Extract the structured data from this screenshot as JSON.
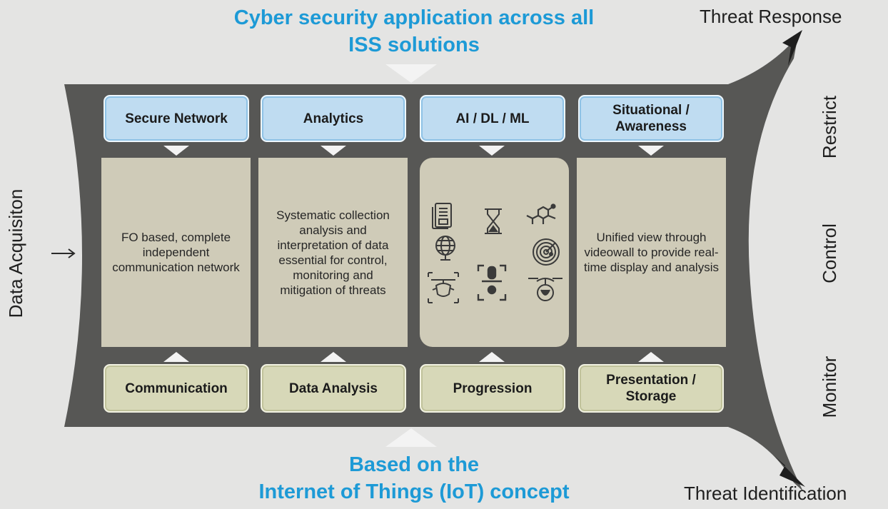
{
  "header": {
    "title_line1": "Cyber security application across all",
    "title_line2": "ISS solutions"
  },
  "footer": {
    "title_line1": "Based on the",
    "title_line2": "Internet of Things (IoT) concept"
  },
  "corners": {
    "top_right": "Threat Response",
    "bottom_right": "Threat Identification"
  },
  "side_labels": {
    "left": "Data Acquisiton",
    "right_top": "Restrict",
    "right_middle": "Control",
    "right_bottom": "Monitor"
  },
  "columns": [
    {
      "top": "Secure Network",
      "panel": "FO based, complete independent communication network",
      "bottom": "Communication"
    },
    {
      "top": "Analytics",
      "panel": "Systematic collection analysis and interpretation of data essential for control, monitoring and mitigation of threats",
      "bottom": "Data Analysis"
    },
    {
      "top": "AI / DL / ML",
      "panel": "",
      "bottom": "Progression",
      "icons": [
        "document-icon",
        "hourglass-icon",
        "molecule-icon",
        "globe-icon",
        "radar-icon",
        "drone-scan-icon",
        "face-scan-icon",
        "drone-icon"
      ]
    },
    {
      "top": "Situational / Awareness",
      "panel": "Unified view through videowall to provide real-time display and analysis",
      "bottom": "Presentation / Storage"
    }
  ],
  "colors": {
    "accent_blue": "#1d9ad6",
    "band_dark": "#575755",
    "top_box_fill": "#bfdcf1",
    "bottom_box_fill": "#d7d8b8",
    "panel_fill": "#cfcbb8"
  }
}
